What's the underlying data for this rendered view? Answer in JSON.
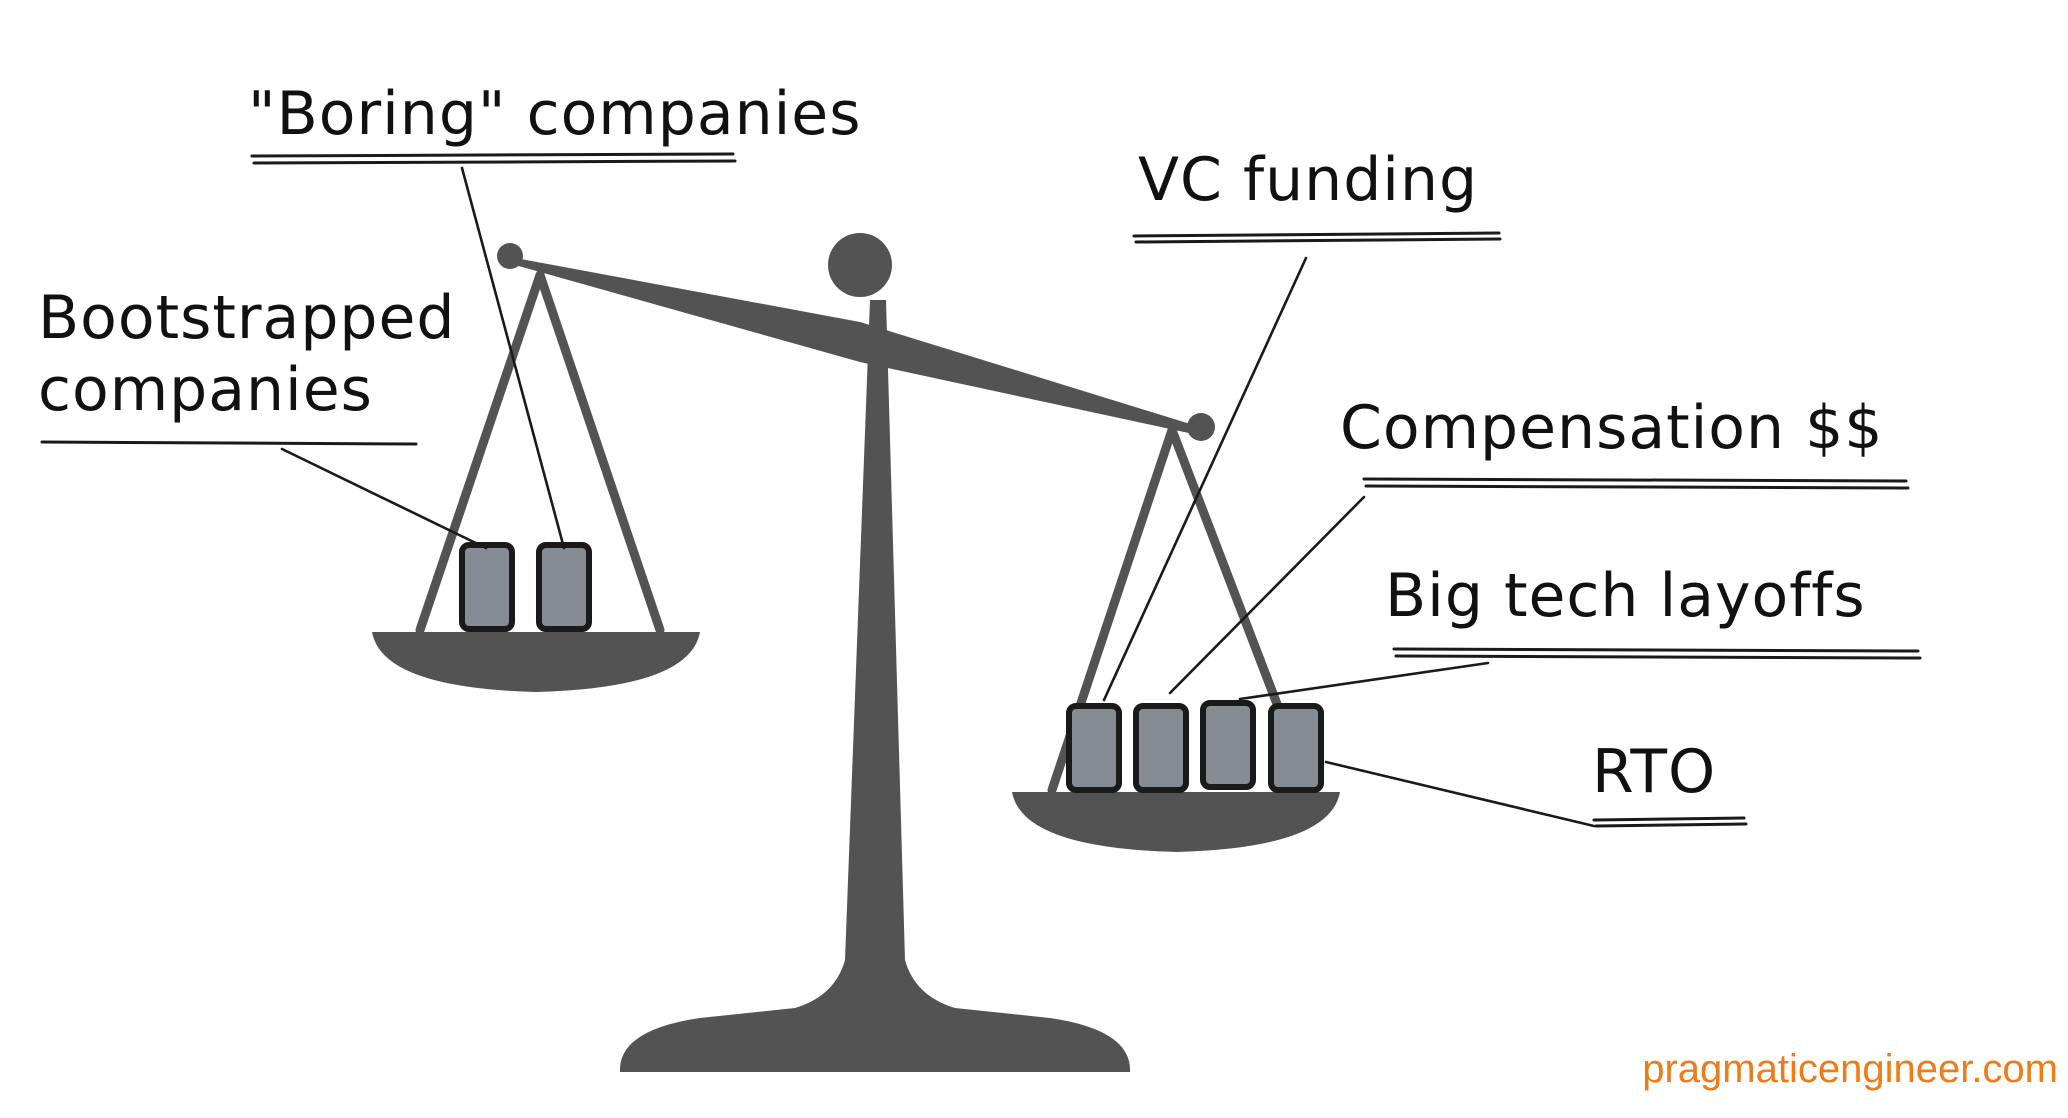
{
  "labels": {
    "boring": "\"Boring\" companies",
    "bootstrapped_line1": "Bootstrapped",
    "bootstrapped_line2": "companies",
    "vc_funding": "VC funding",
    "compensation": "Compensation $$",
    "layoffs": "Big tech layoffs",
    "rto": "RTO"
  },
  "watermark": "pragmaticengineer.com",
  "colors": {
    "scale": "#535353",
    "weight_fill": "#858c94",
    "ink": "#111111",
    "watermark": "#f07b17"
  },
  "left_pan_weights": [
    "Bootstrapped companies",
    "\"Boring\" companies"
  ],
  "right_pan_weights": [
    "VC funding",
    "Compensation $$",
    "Big tech layoffs",
    "RTO"
  ]
}
